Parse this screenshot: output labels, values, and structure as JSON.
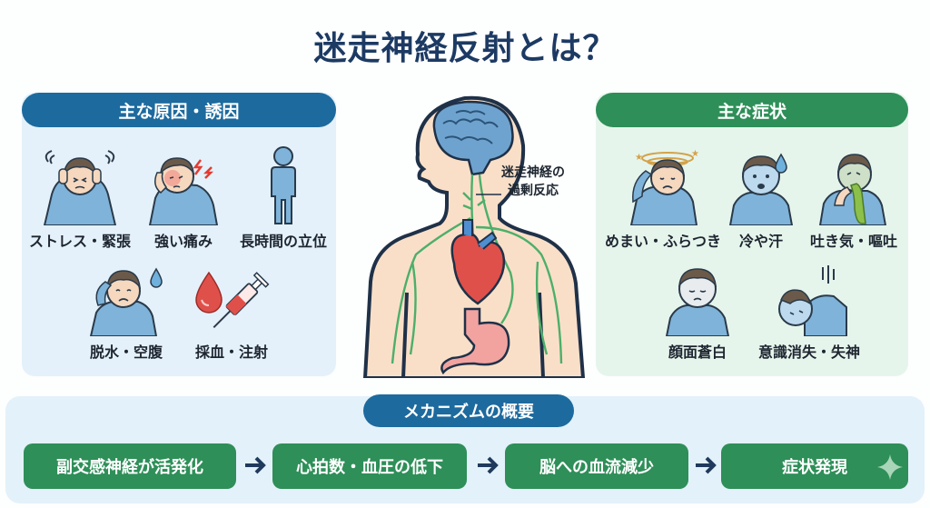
{
  "title": "迷走神経反射とは？",
  "causes": {
    "header": "主な原因・誘因",
    "items": [
      {
        "label": "ストレス・緊張",
        "icon": "stressed-person-icon"
      },
      {
        "label": "強い痛み",
        "icon": "pain-person-icon"
      },
      {
        "label": "長時間の立位",
        "icon": "standing-person-icon"
      },
      {
        "label": "脱水・空腹",
        "icon": "dehydrated-person-icon"
      },
      {
        "label": "採血・注射",
        "icon": "blood-syringe-icon"
      }
    ]
  },
  "center": {
    "annotation_line1": "迷走神経の",
    "annotation_line2": "過剰反応",
    "icon": "human-body-vagus-nerve-icon"
  },
  "symptoms": {
    "header": "主な症状",
    "items": [
      {
        "label": "めまい・ふらつき",
        "icon": "dizzy-person-icon"
      },
      {
        "label": "冷や汗",
        "icon": "cold-sweat-person-icon"
      },
      {
        "label": "吐き気・嘔吐",
        "icon": "vomiting-person-icon"
      },
      {
        "label": "顔面蒼白",
        "icon": "pale-face-person-icon"
      },
      {
        "label": "意識消失・失神",
        "icon": "fainting-person-icon"
      }
    ]
  },
  "mechanism": {
    "header": "メカニズムの概要",
    "steps": [
      "副交感神経が活発化",
      "心拍数・血圧の低下",
      "脳への血流減少",
      "症状発現"
    ]
  },
  "colors": {
    "title": "#1c3a63",
    "blue_pill": "#1d6a9e",
    "green_pill": "#2e8f58",
    "left_panel_bg": "#e4f1fa",
    "right_panel_bg": "#e6f5ec",
    "nerve": "#4caf6a",
    "heart": "#e0504a",
    "brain": "#6fa3cf"
  }
}
